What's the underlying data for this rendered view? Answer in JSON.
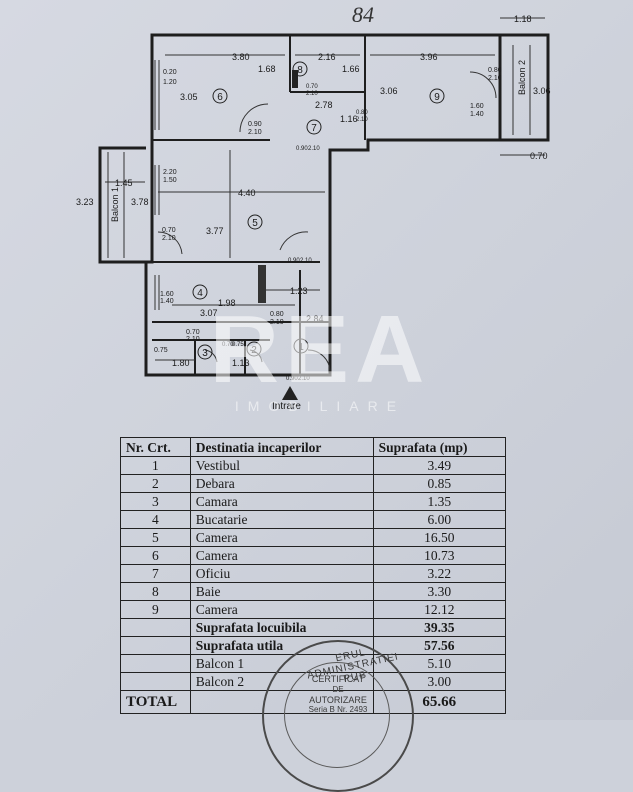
{
  "handwritten_note": "84",
  "plan": {
    "dims": {
      "top_right": "1.18",
      "r6_w": "3.80",
      "r6_inner": "1.68",
      "r6_h": "3.05",
      "r6_side1": "0.20",
      "r6_side2": "1.20",
      "r8_w": "2.16",
      "r8_w2": "1.66",
      "r8_door": "0.70",
      "r8_door2": "2.10",
      "r9_w": "3.96",
      "r9_h": "3.06",
      "r9_door1": "0.80",
      "r9_door2": "2.10",
      "r9_win1": "1.60",
      "r9_win2": "1.40",
      "b2_h": "3.06",
      "b2_w": "0.70",
      "r7_w": "2.78",
      "r7_h": "1.16",
      "r7_d1": "0.80",
      "r7_d2": "2.10",
      "r6_door1": "0.90",
      "r6_door2": "2.10",
      "hall_d1": "0.90",
      "hall_d2": "2.10",
      "r5_win1": "2.20",
      "r5_win2": "1.50",
      "r5_w": "4.40",
      "r5_h": "3.77",
      "b1_w": "1.45",
      "b1_h1": "3.23",
      "b1_h2": "3.78",
      "r5_door1": "0.70",
      "r5_door2": "2.10",
      "r5_d3": "0.90",
      "r5_d4": "2.10",
      "r4_win1": "1.60",
      "r4_win2": "1.40",
      "r4_w": "1.98",
      "r4_w2": "3.07",
      "r1_w": "1.23",
      "r1_h": "2.84",
      "r4_d1": "0.80",
      "r4_d2": "2.10",
      "r3_d1": "0.70",
      "r3_d2": "2.10",
      "r3_side": "0.75",
      "r3_w": "1.80",
      "r2_d1": "0.70",
      "r2_d2": "0.75",
      "r2_w": "1.13",
      "entry_d1": "0.90",
      "entry_d2": "2.10"
    },
    "room_numbers": [
      "1",
      "2",
      "3",
      "4",
      "5",
      "6",
      "7",
      "8",
      "9"
    ],
    "balcony1_label": "Balcon 1",
    "balcony2_label": "Balcon 2",
    "entry_label": "Intrare"
  },
  "watermark": {
    "logo": "REA",
    "sub": "IMOBILIARE"
  },
  "table": {
    "headers": [
      "Nr. Crt.",
      "Destinatia incaperilor",
      "Suprafata (mp)"
    ],
    "rows": [
      {
        "nr": "1",
        "name": "Vestibul",
        "area": "3.49"
      },
      {
        "nr": "2",
        "name": "Debara",
        "area": "0.85"
      },
      {
        "nr": "3",
        "name": "Camara",
        "area": "1.35"
      },
      {
        "nr": "4",
        "name": "Bucatarie",
        "area": "6.00"
      },
      {
        "nr": "5",
        "name": "Camera",
        "area": "16.50"
      },
      {
        "nr": "6",
        "name": "Camera",
        "area": "10.73"
      },
      {
        "nr": "7",
        "name": "Oficiu",
        "area": "3.22"
      },
      {
        "nr": "8",
        "name": "Baie",
        "area": "3.30"
      },
      {
        "nr": "9",
        "name": "Camera",
        "area": "12.12"
      }
    ],
    "locuibila": {
      "label": "Suprafata locuibila",
      "area": "39.35"
    },
    "utila": {
      "label": "Suprafata utila",
      "area": "57.56"
    },
    "balcon1": {
      "label": "Balcon 1",
      "area": "5.10"
    },
    "balcon2": {
      "label": "Balcon 2",
      "area": "3.00"
    },
    "total": {
      "label": "TOTAL",
      "area": "65.66"
    }
  },
  "stamp": {
    "arc": "ERUL ADMINISTRATIEI PUB",
    "l1": "CERTIFICAT",
    "l2": "DE",
    "l3": "AUTORIZARE",
    "l4": "Seria B Nr. 2493"
  }
}
